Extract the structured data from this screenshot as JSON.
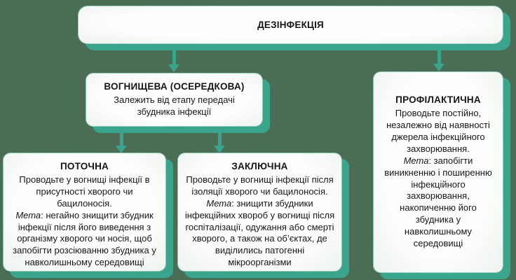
{
  "theme": {
    "bg-color": "#4c6d55",
    "accent-color": "#3aa48d",
    "text-color": "#161616"
  },
  "diagram": {
    "root": {
      "title": "ДЕЗІНФЕКЦІЯ"
    },
    "focal": {
      "title": "ВОГНИЩЕВА (ОСЕРЕДКОВА)",
      "body": "Залежить від етапу передачі збудника інфекції"
    },
    "current": {
      "title": "ПОТОЧНА",
      "body_intro": "Проводьте у вогнищі інфекції в присутності хворого чи бацилоносія.",
      "meta_label": "Мета",
      "meta_text": ": негайно знищити збудник інфекції після його виведення з організму хворого чи носія, щоб запобігти розсіюванню збудника у навколишньому середовищі"
    },
    "final": {
      "title": "ЗАКЛЮЧНА",
      "body_intro": "Проводьте у вогнищі інфекції після ізоляції хворого чи бацилоносія.",
      "meta_label": "Мета",
      "meta_text": ": знищити збудники інфекційних хвороб у вогнищі після госпіталізації, одужання або смерті хворого, а також на об’єктах, де виділились патогенні мікроорганізми"
    },
    "prophylactic": {
      "title": "ПРОФІЛАКТИЧНА",
      "body_intro": "Проводьте постійно, незалежно від наявності джерела інфекційного захворювання.",
      "meta_label": "Мета",
      "meta_text": ": запобігти виникненню і поширенню інфекційного захворювання, накопиченню його збудника у навколишньому середовищі"
    }
  }
}
